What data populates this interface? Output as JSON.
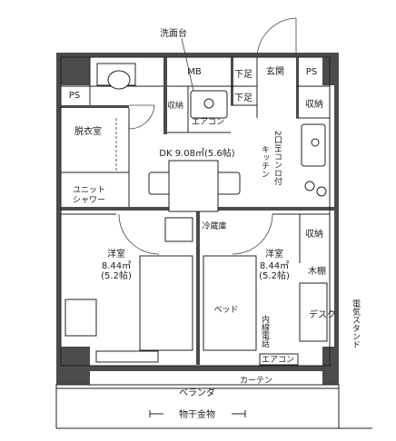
{
  "labels": {
    "senmendai": "洗面台",
    "mb": "MB",
    "geta1": "下足",
    "genkan": "玄関",
    "ps_top": "PS",
    "ps_left": "PS",
    "geta2": "下足",
    "shuno_small": "収納",
    "aircon_top": "エアコン",
    "shuno_right": "収納",
    "datsuishitsu": "脱衣室",
    "dk": "DK 9.08㎡(5.6帖)",
    "kitchen": "キッチン",
    "conro": "2口IHコンロ付",
    "unit_shower_1": "ユニット",
    "unit_shower_2": "シャワー",
    "reizoko": "冷蔵庫",
    "shuno_right2": "収納",
    "yoshitsu_l": "洋室",
    "area_l_1": "8.44㎡",
    "area_l_2": "(5.2帖)",
    "yoshitsu_r": "洋室",
    "area_r_1": "8.44㎡",
    "area_r_2": "(5.2帖)",
    "mokudana": "木棚",
    "bed": "ベッド",
    "desk": "デスク",
    "denki_stand": "電気スタンド",
    "naisen_denwa": "内線電話",
    "aircon_bottom": "エアコン",
    "curtain": "カーテン",
    "veranda": "ベランダ",
    "monohoshi": "物干金物"
  }
}
